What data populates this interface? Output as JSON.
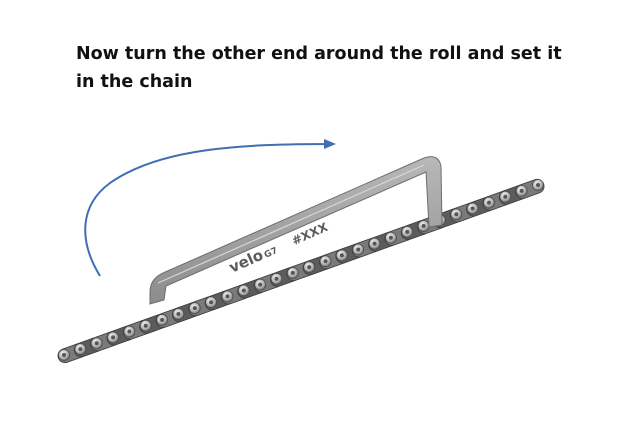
{
  "instruction": {
    "text": "Now turn the other end around the roll and set it in the chain"
  },
  "tool": {
    "brand": "velo",
    "brand_suffix": "G7",
    "marking": "#XXX"
  },
  "colors": {
    "arrow": "#3f6fb3",
    "tool_metal": "#9a9a9a",
    "chain_plate": "#6f6f6f",
    "chain_roller": "#c8c8c8",
    "text": "#111111"
  },
  "icons": {
    "arrow": "curved-arrow-icon",
    "chain": "bicycle-chain-icon",
    "tool": "chain-wear-gauge-icon"
  }
}
